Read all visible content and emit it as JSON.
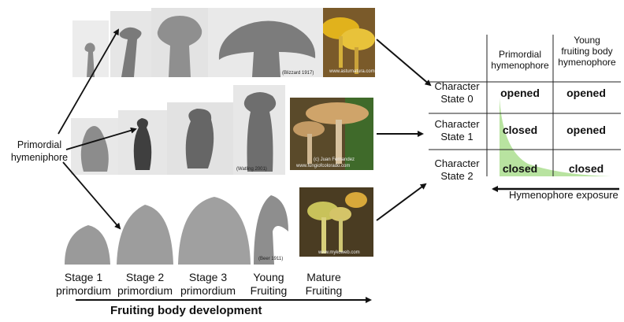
{
  "stages": [
    {
      "line1": "Stage 1",
      "line2": "primordium"
    },
    {
      "line1": "Stage 2",
      "line2": "primordium"
    },
    {
      "line1": "Stage 3",
      "line2": "primordium"
    },
    {
      "line1": "Young",
      "line2": "Fruiting"
    },
    {
      "line1": "Mature",
      "line2": "Fruiting"
    }
  ],
  "x_axis_label": "Fruiting body development",
  "primordial_label": {
    "line1": "Primordial",
    "line2": "hymeniphore"
  },
  "credits": {
    "row1_bw": "(Blizzard 1917)",
    "row1_color": "www.asturnatura.com",
    "row2_bw": "(Watling 2001)",
    "row2_color_a": "(c) Juan Fernandez",
    "row2_color_b": "www.fungiofcolorado.com",
    "row3_bw": "(Beer 1911)",
    "row3_color": "www.mykoweb.com"
  },
  "table": {
    "col_headers": [
      {
        "line1": "Primordial",
        "line2": "hymenophore",
        "line3": ""
      },
      {
        "line1": "Young",
        "line2": "fruiting body",
        "line3": "hymenophore"
      }
    ],
    "rows": [
      {
        "line1": "Character",
        "line2": "State 0",
        "values": [
          "opened",
          "opened"
        ]
      },
      {
        "line1": "Character",
        "line2": "State 1",
        "values": [
          "closed",
          "opened"
        ]
      },
      {
        "line1": "Character",
        "line2": "State 2",
        "values": [
          "closed",
          "closed"
        ]
      }
    ],
    "axis_label": "Hymenophore exposure",
    "fill_color": "#b8e3a0"
  }
}
